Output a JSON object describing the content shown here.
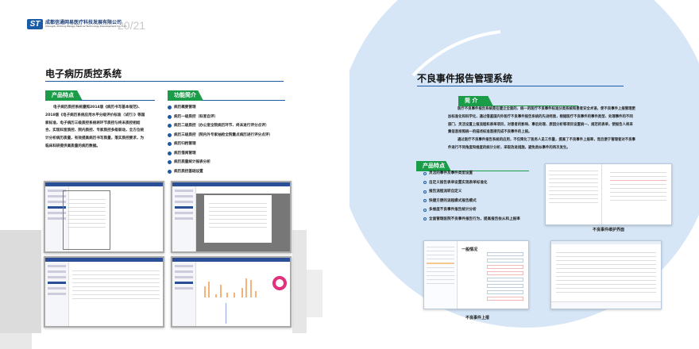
{
  "header": {
    "logo_text": "ST",
    "company": "成都信通网易医疗科技发展有限公司",
    "company_en": "Chengdu Xintong Wangyi Medical Technology Development Co., Ltd.",
    "page_numbers": "20/21"
  },
  "left": {
    "title": "电子病历质控系统",
    "features_tag": "产品特点",
    "features_text": "电子病历质控系统遵照2014版《病历书写基本规范》、2018版《电子病历系统应用水平分级评价标准（试行）》等国家标准，电子病历三级质控系统将环节质控与终末质控相结合，实现科室质控、院内质控、专家质控多级联动，全方位统计分析病历质量，有效提高病历书写质量，落实质控要求，为临床科研提供高质量的病历数据。",
    "functions_tag": "功能简介",
    "functions": [
      "病历概要管理",
      "病历一级质控（科室自评）",
      "病历二级质控（办公室全院病历环节、终末进行评分点评）",
      "病历三级质控（院内外专家抽检全院重点病历进行评分点评）",
      "病历归档管理",
      "病历借阅管理",
      "病历质量统计报表分析",
      "病历质控基础设置"
    ]
  },
  "right": {
    "title": "不良事件报告管理系统",
    "intro_tag": "简 介",
    "intro_p1": "医疗不良事件报告系统是在建立全面的、统一的医疗不良事件标准分类系统和患者安全术语，使不良事件上报管理更加标准化和科学化，通过借鉴国内外医疗不良事件报告系统的先进经验，根据医疗不良事件的事件类型、处理事件的不同部门、灵活设置上报流程和表单项目，对患者的影响、事后处理、原因分析等项目设置统一、规范的表单，使报告人将采集信息按照统一的描述标准直接完成不良事件的上报。",
    "intro_p2": "通过医疗不良事件报告系统的应用，不仅简化了医务人员工作量，提高了不良事件上报率，而且便于管理者对不良事件进行不同角度和维度的统计分析，采取改进措施，避免类似事件的再次发生。",
    "features_tag": "产品特点",
    "features": [
      "灵活的事件及事件类型设置",
      "自定义报告表单设置实现表单标准化",
      "报告流程流转自定义",
      "快捷方便的流程模式报告模式",
      "多维度不良事件报告统计分析",
      "全面管理医院不良事件报告行为，提高报告依从和上报率"
    ],
    "caption_maintain": "不良事件维护界面",
    "caption_report": "不良事件上报",
    "form_title": "一般情况"
  }
}
